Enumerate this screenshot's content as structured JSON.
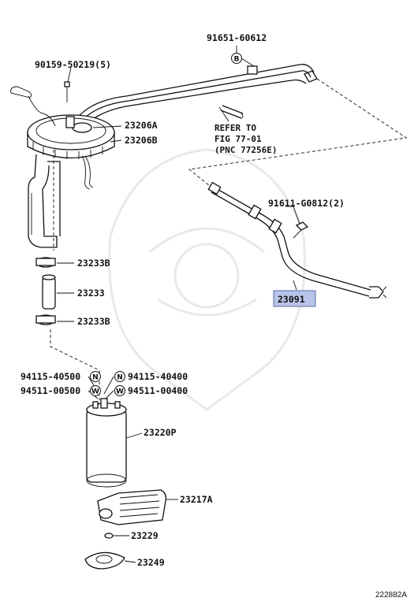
{
  "labels": {
    "p91651": "91651-60612",
    "p90159": "90159-50219(5)",
    "p23206a": "23206A",
    "p23206b": "23206B",
    "refer1": "REFER TO",
    "refer2": "FIG 77-01",
    "refer3": "(PNC 77256E)",
    "p91611": "91611-G0812(2)",
    "p23091": "23091",
    "p23233b_top": "23233B",
    "p23233": "23233",
    "p23233b_bot": "23233B",
    "p94115_left": "94115-40500",
    "p94115_right": "94115-40400",
    "p94511_left": "94511-00500",
    "p94511_right": "94511-00400",
    "p23220p": "23220P",
    "p23217a": "23217A",
    "p23229": "23229",
    "p23249": "23249",
    "figure_id": "222882A"
  },
  "badges": {
    "b": "B",
    "n_left": "N",
    "n_right": "N",
    "w_left": "W",
    "w_right": "W"
  },
  "colors": {
    "highlight": "#b8c4e8",
    "line": "#111111"
  }
}
